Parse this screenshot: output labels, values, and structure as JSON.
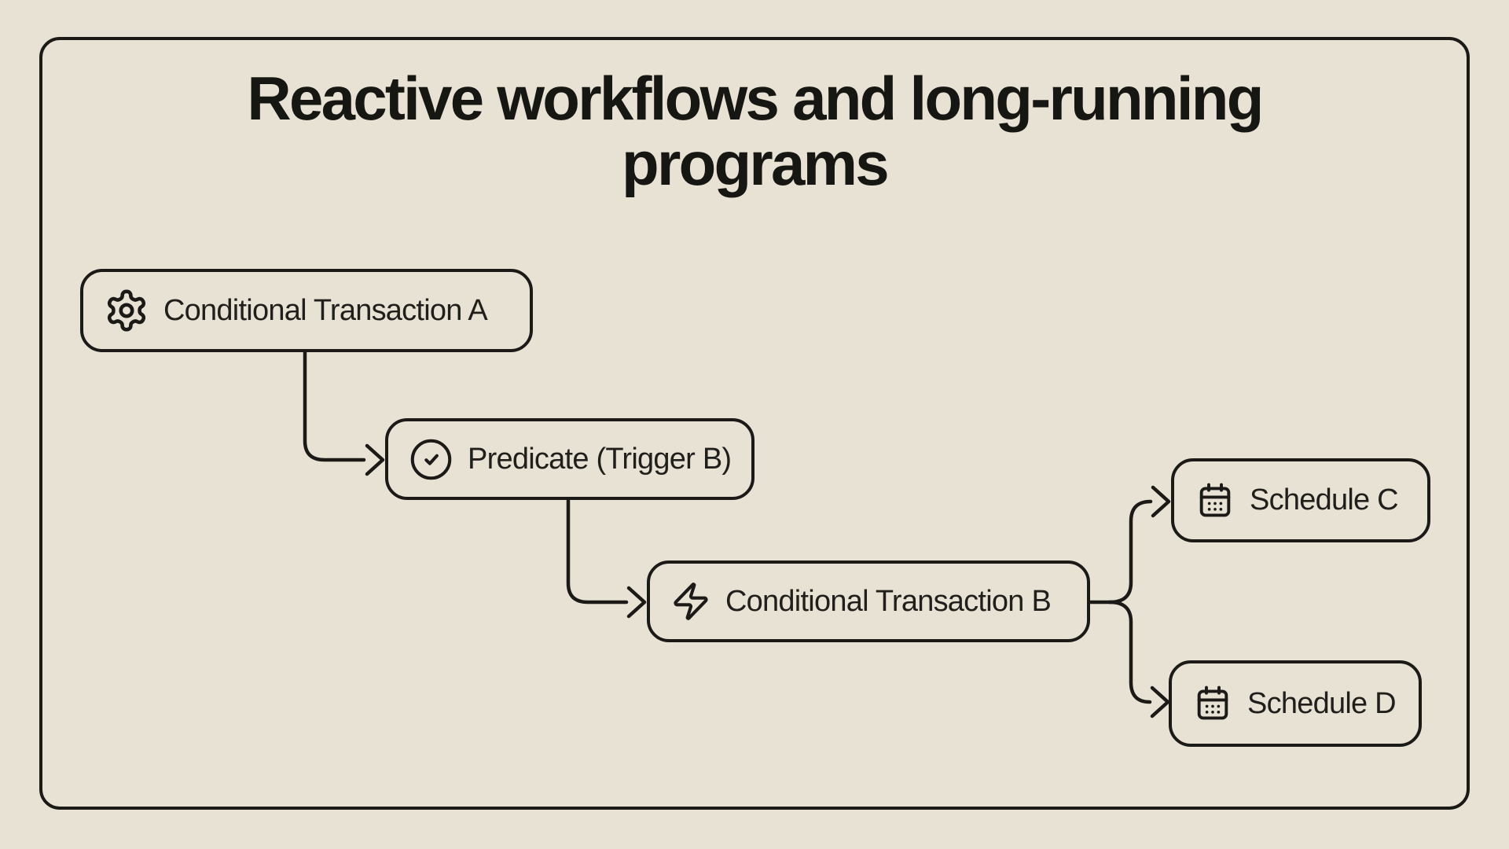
{
  "title": {
    "line1": "Reactive workflows and long-running",
    "line2": "programs"
  },
  "nodes": [
    {
      "label": "Conditional Transaction A",
      "icon": "gear-icon"
    },
    {
      "label": "Predicate (Trigger B)",
      "icon": "check-circle-icon"
    },
    {
      "label": "Conditional Transaction B",
      "icon": "lightning-icon"
    },
    {
      "label": "Schedule C",
      "icon": "calendar-icon"
    },
    {
      "label": "Schedule D",
      "icon": "calendar-icon"
    }
  ],
  "edges": [
    {
      "from": "Conditional Transaction A",
      "to": "Predicate (Trigger B)"
    },
    {
      "from": "Predicate (Trigger B)",
      "to": "Conditional Transaction B"
    },
    {
      "from": "Conditional Transaction B",
      "to": "Schedule C"
    },
    {
      "from": "Conditional Transaction B",
      "to": "Schedule D"
    }
  ],
  "colors": {
    "background": "#E8E2D4",
    "ink": "#1B1A17"
  }
}
